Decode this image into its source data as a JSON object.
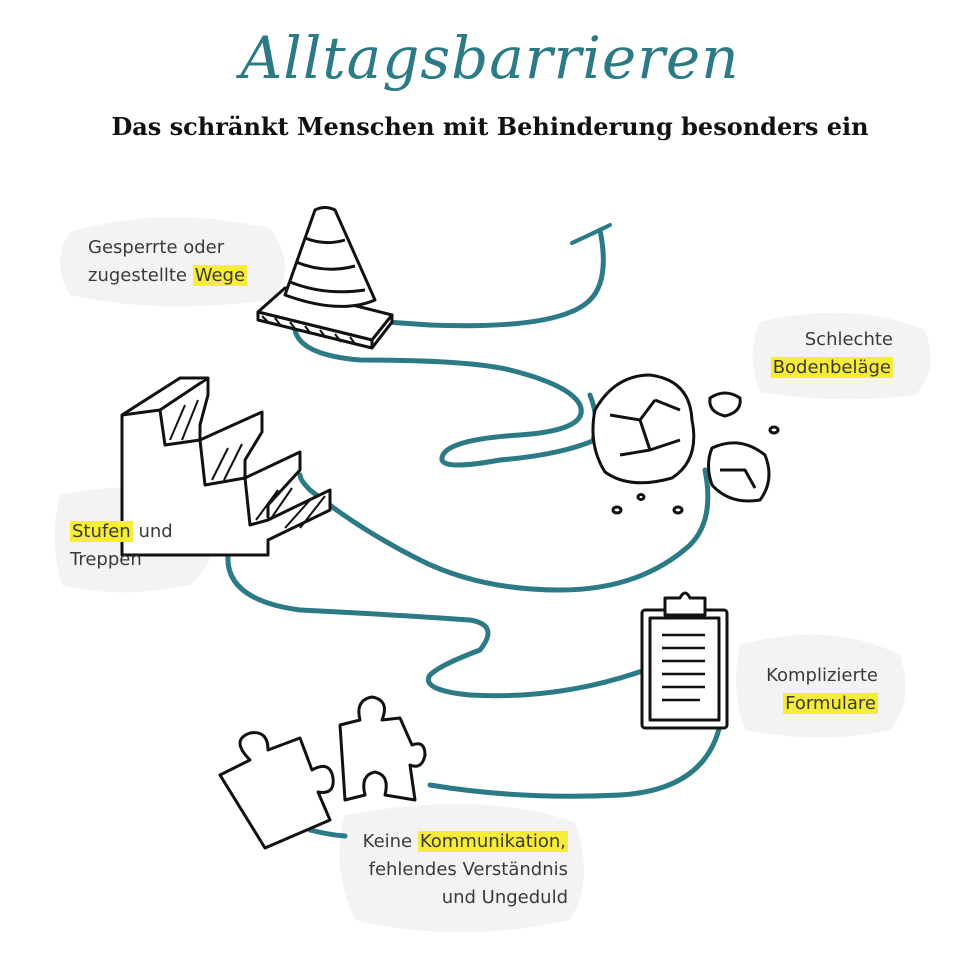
{
  "title": "Alltagsbarrieren",
  "subtitle": "Das schränkt Menschen mit Behinderung besonders ein",
  "barriers": [
    {
      "line1_pre": "Gesperrte oder",
      "line2_pre": "zugestellte ",
      "highlight": "Wege",
      "icon": "traffic-cone-icon"
    },
    {
      "line1_pre": "Schlechte",
      "highlight": "Bodenbeläge",
      "icon": "rocks-icon"
    },
    {
      "highlight": "Stufen",
      "line1_post": " und",
      "line2_pre": "Treppen",
      "icon": "stairs-icon"
    },
    {
      "line1_pre": "Komplizierte",
      "highlight": "Formulare",
      "icon": "clipboard-icon"
    },
    {
      "line1_pre": "Keine ",
      "highlight": "Kommunikation,",
      "line2_pre": "fehlendes Verständnis",
      "line3_pre": "und Ungeduld",
      "icon": "puzzle-pieces-icon"
    }
  ],
  "colors": {
    "accent": "#2b7a86",
    "highlight": "#f7ec3a",
    "bubble": "#f3f3f3",
    "ink": "#111111"
  }
}
